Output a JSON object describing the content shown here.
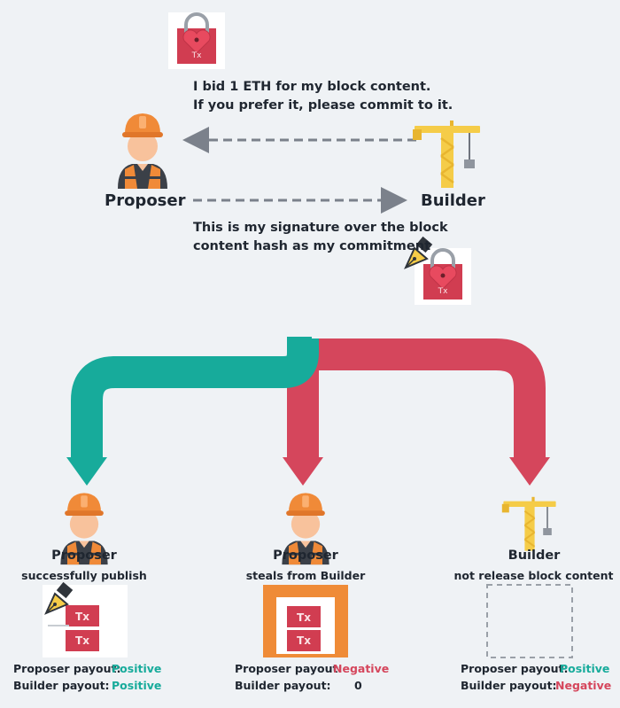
{
  "top": {
    "builder_message_1": "I bid 1 ETH for my block content.",
    "builder_message_2": "If you prefer it, please commit to it.",
    "proposer_label": "Proposer",
    "builder_label": "Builder",
    "proposer_message_1": "This is my signature over the block",
    "proposer_message_2": "content hash as my commitment",
    "tx_label": "Tx"
  },
  "outcomes": [
    {
      "role": "Proposer",
      "caption": "successfully publish",
      "txs": [
        "Tx",
        "Tx"
      ],
      "proposer_payout_label": "Proposer payout:",
      "proposer_payout": "Positive",
      "builder_payout_label": "Builder payout:",
      "builder_payout": "Positive"
    },
    {
      "role": "Proposer",
      "caption": "steals from Builder",
      "txs": [
        "Tx",
        "Tx"
      ],
      "proposer_payout_label": "Proposer payout:",
      "proposer_payout": "Negative",
      "builder_payout_label": "Builder payout:",
      "builder_payout": "0"
    },
    {
      "role": "Builder",
      "caption": "not release block content",
      "txs": [],
      "proposer_payout_label": "Proposer payout:",
      "proposer_payout": "Positive",
      "builder_payout_label": "Builder payout:",
      "builder_payout": "Negative"
    }
  ],
  "colors": {
    "background": "#eff2f5",
    "teal": "#17ab9b",
    "red": "#d5465c",
    "orange": "#ef8b37",
    "crane_yellow": "#f5cc48",
    "dashed_arrow": "#7b818b",
    "tx_red": "#d13d51",
    "text_dark": "#1f2630"
  },
  "icons": [
    "lock-icon",
    "heart-icon",
    "worker-icon",
    "crane-icon",
    "pen-icon"
  ]
}
